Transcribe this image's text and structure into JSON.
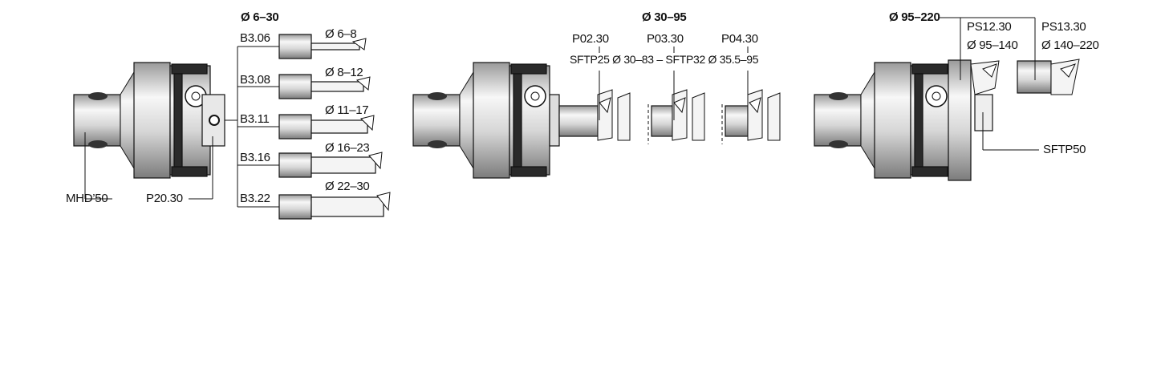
{
  "groups": {
    "small": {
      "title": "Ø 6–30",
      "body": "MHD’50",
      "adapter": "P20.30",
      "bars": [
        {
          "code": "B3.06",
          "range": "Ø 6–8"
        },
        {
          "code": "B3.08",
          "range": "Ø 8–12"
        },
        {
          "code": "B3.11",
          "range": "Ø 11–17"
        },
        {
          "code": "B3.16",
          "range": "Ø 16–23"
        },
        {
          "code": "B3.22",
          "range": "Ø 22–30"
        }
      ]
    },
    "medium": {
      "title": "Ø 30–95",
      "holders": [
        "P02.30",
        "P03.30",
        "P04.30"
      ],
      "inserts_note": "SFTP25 Ø 30–83 – SFTP32 Ø 35.5–95"
    },
    "large": {
      "title": "Ø 95–220",
      "slides": [
        {
          "code": "PS12.30",
          "range": "Ø 95–140"
        },
        {
          "code": "PS13.30",
          "range": "Ø 140–220"
        }
      ],
      "insert": "SFTP50"
    }
  },
  "colors": {
    "line": "#111111",
    "metal_light": "#f2f2f2",
    "metal_mid": "#b8b8b8",
    "dark": "#2a2a2a"
  }
}
